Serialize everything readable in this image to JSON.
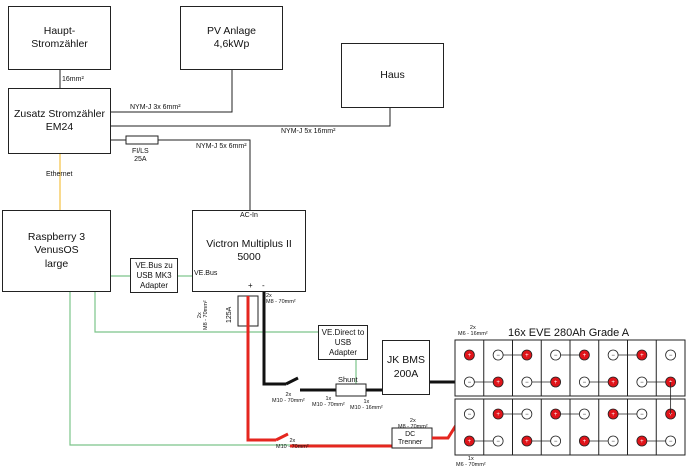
{
  "boxes": {
    "haupt": [
      "Haupt-",
      "Stromzähler"
    ],
    "pv": [
      "PV Anlage",
      "4,6kWp"
    ],
    "haus": [
      "Haus"
    ],
    "zusatz": [
      "Zusatz Stromzähler",
      "EM24"
    ],
    "raspberry": [
      "Raspberry 3",
      "VenusOS",
      "large"
    ],
    "vebus_adapter": [
      "VE.Bus zu",
      "USB MK3",
      "Adapter"
    ],
    "victron": [
      "Victron Multiplus II",
      "5000"
    ],
    "vedirect": [
      "VE.Direct to",
      "USB",
      "Adapter"
    ],
    "jkbms": [
      "JK BMS",
      "200A"
    ],
    "shunt": "Shunt",
    "dc_trenner": [
      "DC",
      "Trenner"
    ]
  },
  "labels": {
    "l_16mm": "16mm²",
    "nym3x6": "NYM-J 3x 6mm²",
    "nym5x16": "NYM-J 5x 16mm²",
    "nym5x6": "NYM-J 5x 6mm²",
    "fils": "FI/LS",
    "fils_a": "25A",
    "ethernet": "Ethernet",
    "ac_in": "AC-In",
    "vebus": "VE.Bus",
    "plus": "+",
    "minus": "-",
    "fuse": "125A",
    "m8_2x_a": "2x",
    "m8_2x_a2": "M8 - 70mm²",
    "m8_2x_b": "2x",
    "m8_2x_b2": "M8 - 70mm²",
    "m10_2x_1": "2x",
    "m10_2x_1b": "M10 - 70mm²",
    "m10_1x": "1x",
    "m10_1xb": "M10 - 70mm²",
    "m10_1x16": "1x",
    "m10_1x16b": "M10 - 16mm²",
    "m10_2x_2": "2x",
    "m10_2x_2b": "M10 - 70mm²",
    "m8_2x_c": "2x",
    "m8_2x_c2": "M8 - 70mm²",
    "m6_top1": "2x",
    "m6_top2": "M6 - 16mm²",
    "m6_bot1": "1x",
    "m6_bot2": "M6 - 70mm²",
    "battery_title": "16x EVE 280Ah Grade A"
  },
  "colors": {
    "line": "#222222",
    "ethernet": "#f5c242",
    "data": "#7cc48a",
    "positive": "#e5261f",
    "negative": "#111111",
    "terminal_red": "#e0141a"
  }
}
